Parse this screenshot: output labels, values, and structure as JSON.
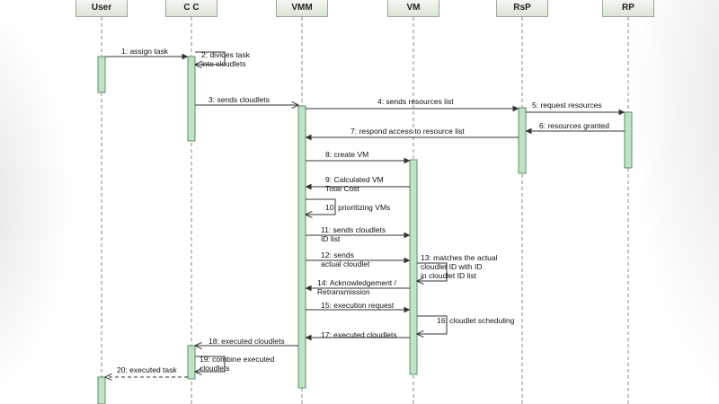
{
  "participants": [
    {
      "id": "user",
      "label": "User"
    },
    {
      "id": "cc",
      "label": "C C"
    },
    {
      "id": "vmm",
      "label": "VMM"
    },
    {
      "id": "vm",
      "label": "VM"
    },
    {
      "id": "rsp",
      "label": "RsP"
    },
    {
      "id": "rp",
      "label": "RP"
    }
  ],
  "messages": [
    {
      "from": "user",
      "to": "cc",
      "kind": "sync",
      "lines": [
        "1: assign task"
      ]
    },
    {
      "from": "cc",
      "to": "cc",
      "kind": "self",
      "lines": [
        "2: divides task",
        "into cloudlets"
      ]
    },
    {
      "from": "cc",
      "to": "vmm",
      "kind": "async",
      "lines": [
        "3: sends cloudlets"
      ]
    },
    {
      "from": "vmm",
      "to": "rsp",
      "kind": "sync",
      "lines": [
        "4: sends  resources list"
      ]
    },
    {
      "from": "rsp",
      "to": "rp",
      "kind": "sync",
      "lines": [
        "5: request resources"
      ]
    },
    {
      "from": "rp",
      "to": "rsp",
      "kind": "sync",
      "lines": [
        "6: resources granted"
      ]
    },
    {
      "from": "rsp",
      "to": "vmm",
      "kind": "sync",
      "lines": [
        "7: respond access to resource list"
      ]
    },
    {
      "from": "vmm",
      "to": "vm",
      "kind": "sync",
      "lines": [
        "8: create VM"
      ]
    },
    {
      "from": "vm",
      "to": "vmm",
      "kind": "sync",
      "lines": [
        "9: Calculated VM",
        "Total Cost"
      ]
    },
    {
      "from": "vmm",
      "to": "vmm",
      "kind": "self",
      "lines": [
        "10: prioritizing VMs"
      ]
    },
    {
      "from": "vmm",
      "to": "vm",
      "kind": "sync",
      "lines": [
        "11: sends cloudlets",
        "ID list"
      ]
    },
    {
      "from": "vmm",
      "to": "vm",
      "kind": "sync",
      "lines": [
        "12: sends",
        "actual cloudlet"
      ]
    },
    {
      "from": "vm",
      "to": "vm",
      "kind": "self",
      "lines": [
        "13: matches the actual",
        "cloudlet ID with ID",
        "in cloudlet ID list"
      ]
    },
    {
      "from": "vm",
      "to": "vmm",
      "kind": "sync",
      "lines": [
        "14: Acknowledgement /",
        "Retransmission"
      ]
    },
    {
      "from": "vmm",
      "to": "vm",
      "kind": "sync",
      "lines": [
        "15: execution request"
      ]
    },
    {
      "from": "vm",
      "to": "vm",
      "kind": "self",
      "lines": [
        "16: cloudlet scheduling"
      ]
    },
    {
      "from": "vm",
      "to": "vmm",
      "kind": "sync",
      "lines": [
        "17: executed cloudlets"
      ]
    },
    {
      "from": "vmm",
      "to": "cc",
      "kind": "async",
      "lines": [
        "18: executed cloudlets"
      ]
    },
    {
      "from": "cc",
      "to": "cc",
      "kind": "self",
      "lines": [
        "19: combine executed",
        "cloudlets"
      ]
    },
    {
      "from": "cc",
      "to": "user",
      "kind": "return",
      "lines": [
        "20: executed task"
      ]
    }
  ]
}
